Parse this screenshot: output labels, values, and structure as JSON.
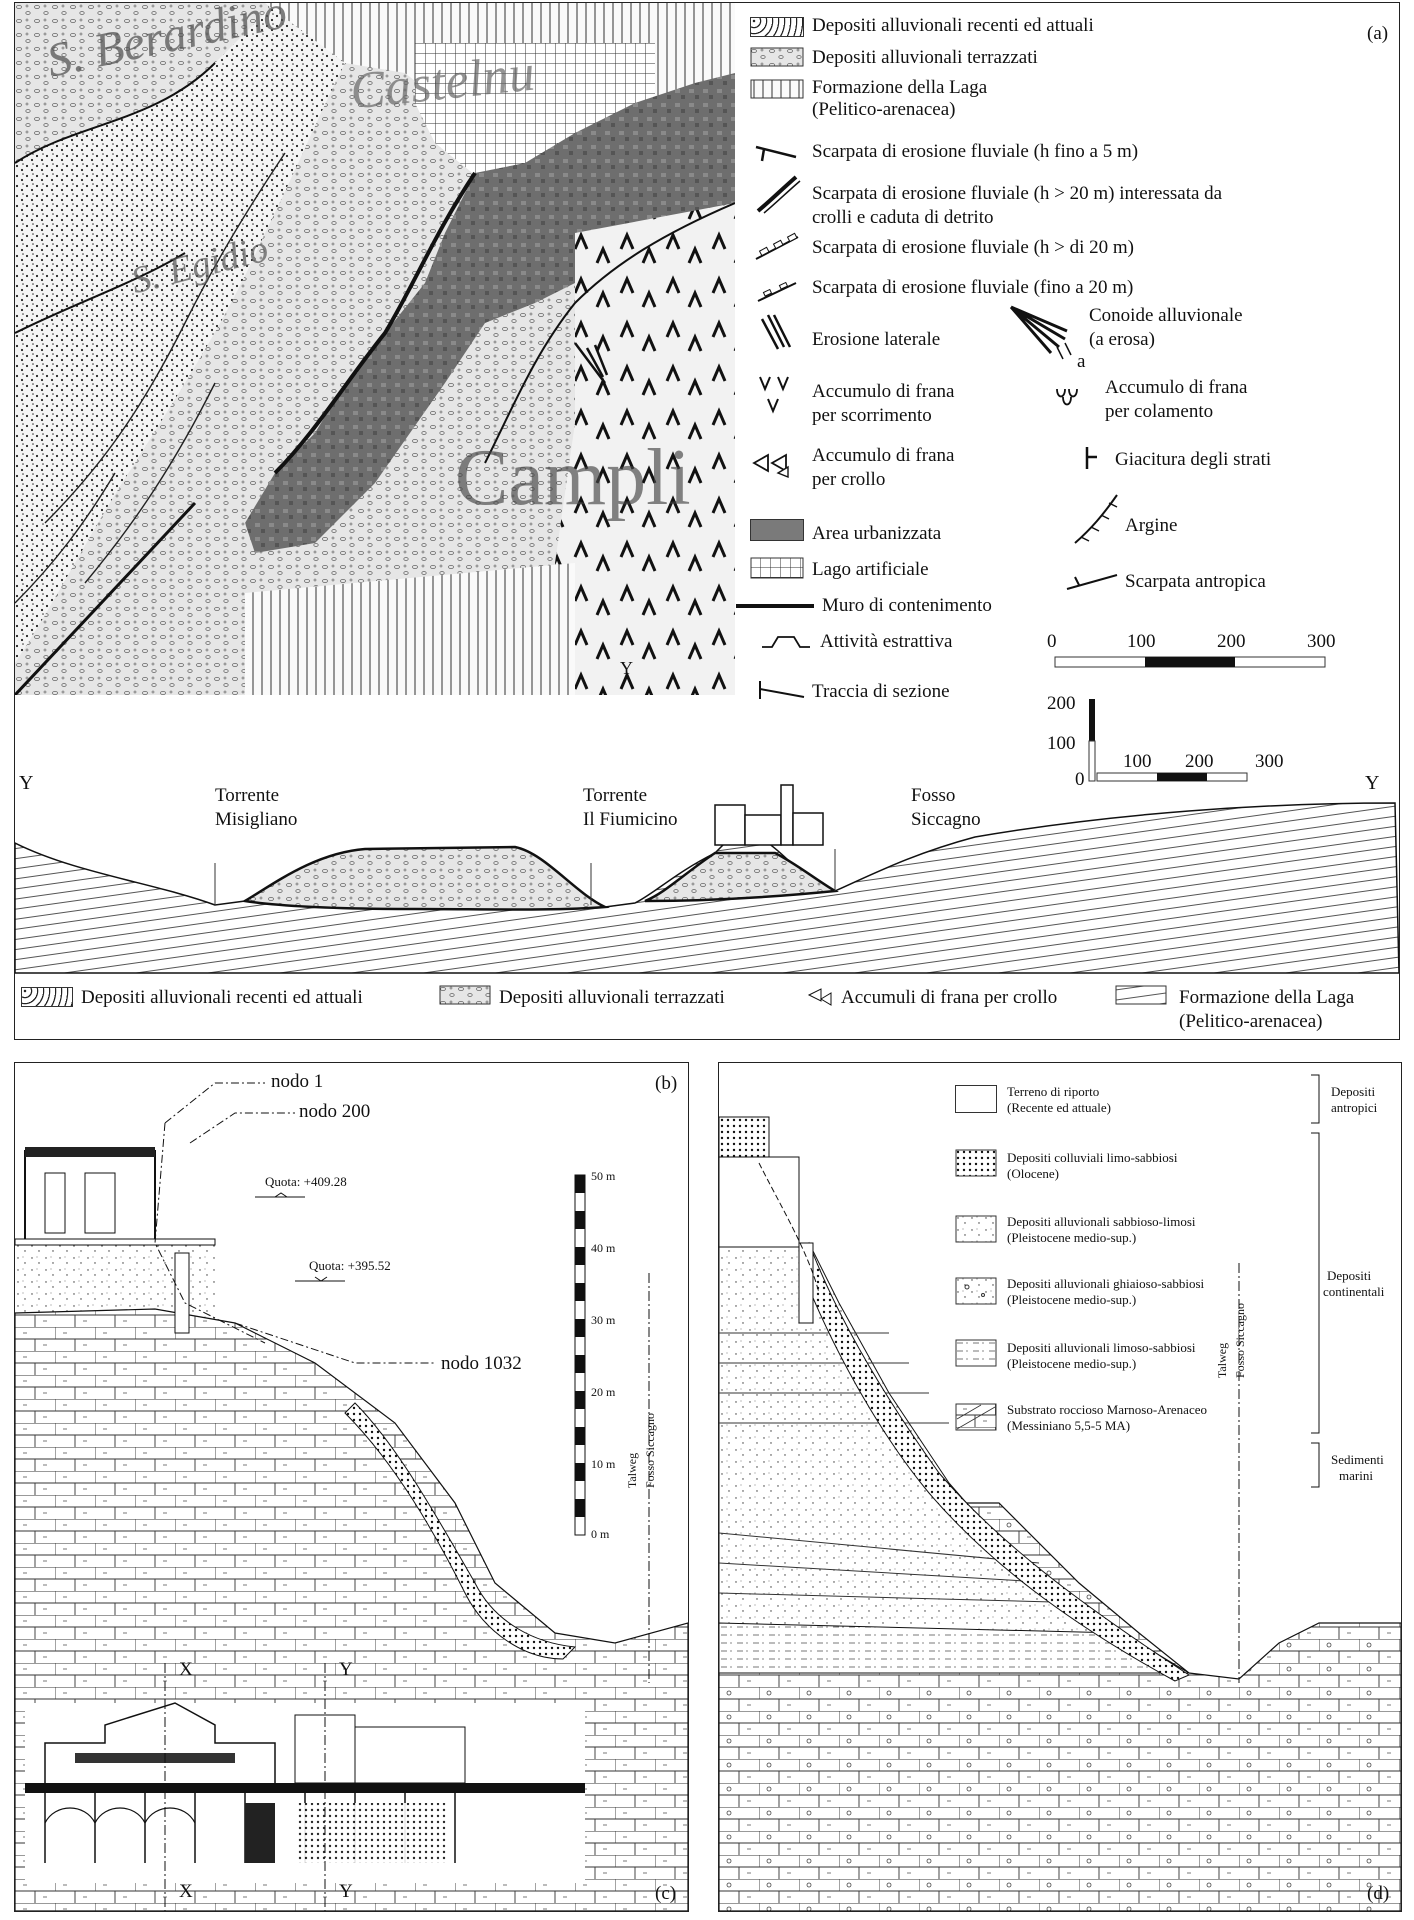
{
  "panel_a": {
    "label": "(a)",
    "map_places": [
      "S. Berardino",
      "Castelnu",
      "S. Egidio",
      "Campli",
      "Y"
    ],
    "legend_left": [
      {
        "id": "alluv_recenti",
        "text": "Depositi alluvionali recenti ed attuali",
        "icon": "dotted-swatch-icon"
      },
      {
        "id": "alluv_terrazzati",
        "text": "Depositi alluvionali terrazzati",
        "icon": "pebble-swatch-icon"
      },
      {
        "id": "laga",
        "text": "Formazione della Laga",
        "text2": "(Pelitico-arenacea)",
        "icon": "vertical-lines-swatch-icon"
      },
      {
        "id": "scarpata_5",
        "text": "Scarpata di erosione fluviale (h fino a 5 m)",
        "icon": "scarp-tick-icon"
      },
      {
        "id": "scarpata_20_crolli",
        "text": "Scarpata di erosione fluviale (h > 20 m) interessata da",
        "text2": "crolli e caduta di detrito",
        "icon": "scarp-double-icon"
      },
      {
        "id": "scarpata_gt20",
        "text": "Scarpata di erosione fluviale (h > di 20 m)",
        "icon": "scarp-box-icon"
      },
      {
        "id": "scarpata_fino20",
        "text": "Scarpata di erosione fluviale (fino a  20 m)",
        "icon": "scarp-box-small-icon"
      },
      {
        "id": "erosione_laterale",
        "text": "Erosione laterale",
        "icon": "lateral-erosion-icon"
      },
      {
        "id": "frana_scorrimento",
        "text": "Accumulo di frana",
        "text2": "per scorrimento",
        "icon": "chevron-slide-icon"
      },
      {
        "id": "frana_crollo",
        "text": "Accumulo di frana",
        "text2": "per crollo",
        "icon": "triangle-fall-icon"
      },
      {
        "id": "area_urbanizzata",
        "text": "Area urbanizzata",
        "icon": "grey-fill-swatch-icon"
      },
      {
        "id": "lago",
        "text": "Lago artificiale",
        "icon": "grid-swatch-icon"
      },
      {
        "id": "muro",
        "text": "Muro di contenimento",
        "icon": "thick-line-icon"
      },
      {
        "id": "attivita",
        "text": "Attività estrattiva",
        "icon": "quarry-icon"
      },
      {
        "id": "traccia",
        "text": "Traccia di sezione",
        "icon": "section-trace-icon"
      }
    ],
    "legend_right": [
      {
        "id": "conoide",
        "text": "Conoide alluvionale",
        "text2": "(a erosa)",
        "sub": "a",
        "icon": "alluvial-fan-icon"
      },
      {
        "id": "colamento",
        "text": "Accumulo di frana",
        "text2": "per colamento",
        "icon": "flow-landslide-icon"
      },
      {
        "id": "giacitura",
        "text": "Giacitura degli strati",
        "icon": "strike-dip-icon"
      },
      {
        "id": "argine",
        "text": "Argine",
        "icon": "embankment-icon"
      },
      {
        "id": "scarpata_antropica",
        "text": "Scarpata antropica",
        "icon": "anthropic-scarp-icon"
      }
    ],
    "map_scale": [
      "0",
      "100",
      "200",
      "300"
    ],
    "section_v_scale": [
      "200",
      "100",
      "0"
    ],
    "section_h_scale": [
      "100",
      "200",
      "300"
    ],
    "section_ends": [
      "Y",
      "Y"
    ],
    "section_labels": [
      {
        "line1": "Torrente",
        "line2": "Misigliano"
      },
      {
        "line1": "Torrente",
        "line2": "Il Fiumicino"
      },
      {
        "line1": "Fosso",
        "line2": "Siccagno"
      }
    ],
    "bottom_legend": [
      {
        "text": "Depositi alluvionali recenti ed attuali",
        "icon": "dotted-swatch-icon"
      },
      {
        "text": "Depositi alluvionali terrazzati",
        "icon": "pebble-swatch-icon"
      },
      {
        "text": "Accumuli di frana per crollo",
        "icon": "triangle-fall-icon"
      },
      {
        "text": "Formazione della Laga",
        "text2": "(Pelitico-arenacea)",
        "icon": "diagonal-lines-swatch-icon"
      }
    ]
  },
  "panel_b": {
    "label_b": "(b)",
    "label_c": "(c)",
    "nodes": [
      "nodo 1",
      "nodo 200",
      "nodo 1032"
    ],
    "quotes": [
      "Quota: +409.28",
      "Quota: +395.52"
    ],
    "scale": [
      "50 m",
      "40 m",
      "30 m",
      "20 m",
      "10 m",
      "0 m"
    ],
    "talweg": [
      "Talweg",
      "Fosso Siccagno"
    ],
    "section_marks": [
      "X",
      "Y",
      "X",
      "Y"
    ]
  },
  "panel_d": {
    "label": "(d)",
    "talweg": [
      "Talweg",
      "Fosso Siccagno"
    ],
    "legend": [
      {
        "text": "Terreno di riporto",
        "text2": "(Recente ed attuale)",
        "icon": "fill-swatch-icon"
      },
      {
        "text": "Depositi colluviali limo-sabbiosi",
        "text2": "(Olocene)",
        "icon": "dense-dot-swatch-icon"
      },
      {
        "text": "Depositi alluvionali sabbioso-limosi",
        "text2": "(Pleistocene medio-sup.)",
        "icon": "sand-swatch-icon"
      },
      {
        "text": "Depositi alluvionali ghiaioso-sabbiosi",
        "text2": "(Pleistocene medio-sup.)",
        "icon": "gravel-swatch-icon"
      },
      {
        "text": "Depositi alluvionali limoso-sabbiosi",
        "text2": "(Pleistocene medio-sup.)",
        "icon": "silt-swatch-icon"
      },
      {
        "text": "Substrato roccioso Marnoso-Arenaceo",
        "text2": "(Messiniano 5,5-5 MA)",
        "icon": "bedrock-swatch-icon"
      }
    ],
    "groups": [
      {
        "line1": "Depositi",
        "line2": "antropici"
      },
      {
        "line1": "Depositi",
        "line2": "continentali"
      },
      {
        "line1": "Sedimenti",
        "line2": "marini"
      }
    ]
  }
}
